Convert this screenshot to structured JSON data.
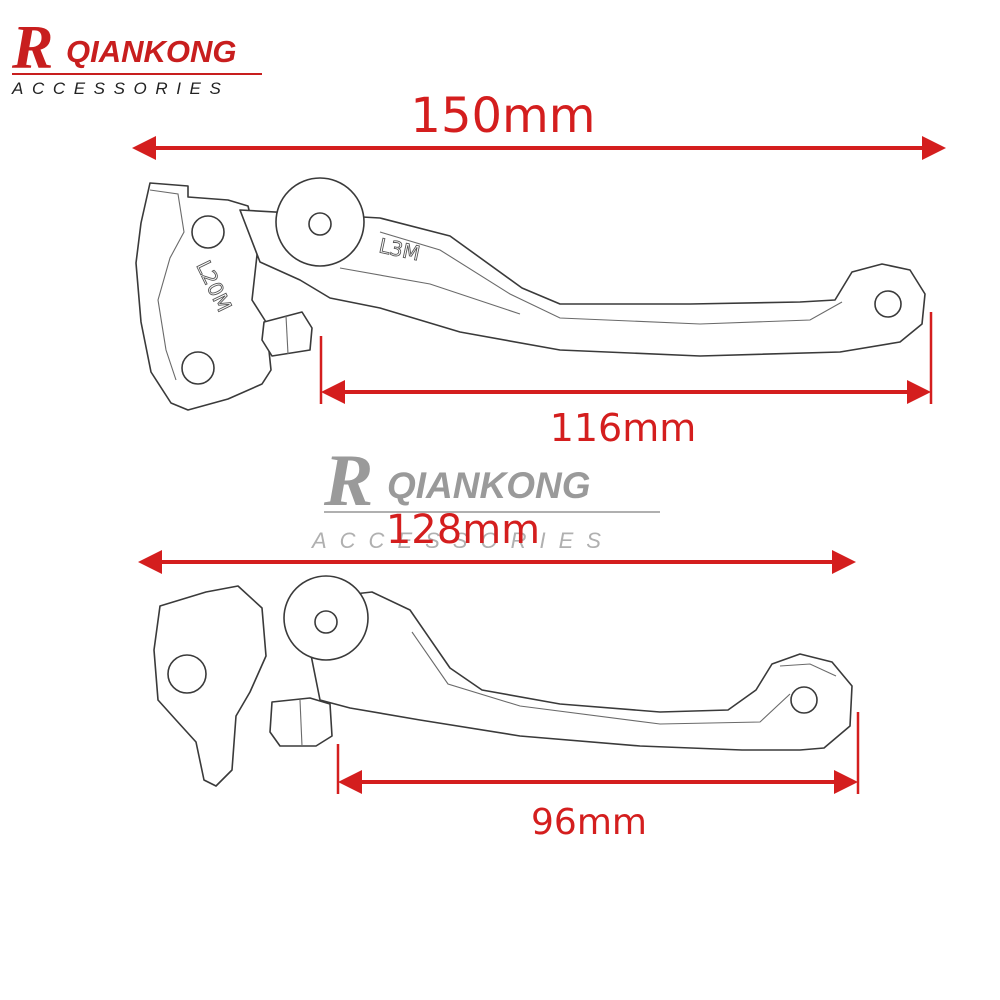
{
  "brand": {
    "logo_initial": "R",
    "logo_word": "QIANKONG",
    "tagline": "ACCESSORIES",
    "watermark_initial": "R",
    "watermark_word": "QIANKONG",
    "watermark_tagline": "ACCESSORIES"
  },
  "colors": {
    "brand_red": "#c81e1e",
    "dimension_red": "#d41e1e",
    "outline": "#3a3a3a",
    "watermark_gray": "#9a9a9a"
  },
  "clutch_lever": {
    "engraving_body": "L20M",
    "engraving_arm": "L3M",
    "overall_length": "150mm",
    "blade_length": "116mm"
  },
  "brake_lever": {
    "overall_length": "128mm",
    "blade_length": "96mm"
  }
}
